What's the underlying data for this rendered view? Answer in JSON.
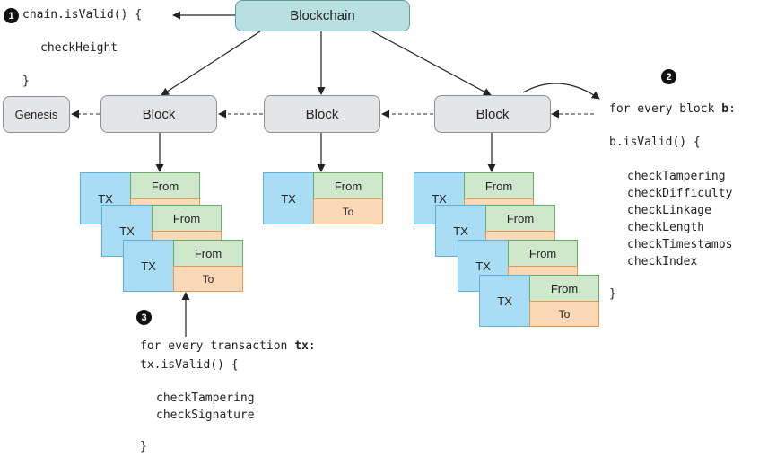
{
  "nodes": {
    "blockchain": "Blockchain",
    "genesis": "Genesis",
    "block": "Block"
  },
  "tx": {
    "tx": "TX",
    "from": "From",
    "to": "To"
  },
  "markers": [
    "1",
    "2",
    "3"
  ],
  "chain_code": {
    "line1": "chain.isValid() {",
    "line2": "checkHeight",
    "line3": "}"
  },
  "block_code": {
    "loop_prefix": "for every block ",
    "loop_var": "b",
    "loop_suffix": ":",
    "call": "b.isValid() {",
    "checks": [
      "checkTampering",
      "checkDifficulty",
      "checkLinkage",
      "checkLength",
      "checkTimestamps",
      "checkIndex"
    ],
    "close": "}"
  },
  "tx_code": {
    "loop_prefix": "for every transaction ",
    "loop_var": "tx",
    "loop_suffix": ":",
    "call": "tx.isValid() {",
    "checks": [
      "checkTampering",
      "checkSignature"
    ],
    "close": "}"
  },
  "colors": {
    "teal_node": "#b8e0e0",
    "gray_node": "#e4e5e7",
    "tx_blue": "#a9dcf5",
    "from_green": "#cfe7cb",
    "to_orange": "#fcd9b6"
  }
}
